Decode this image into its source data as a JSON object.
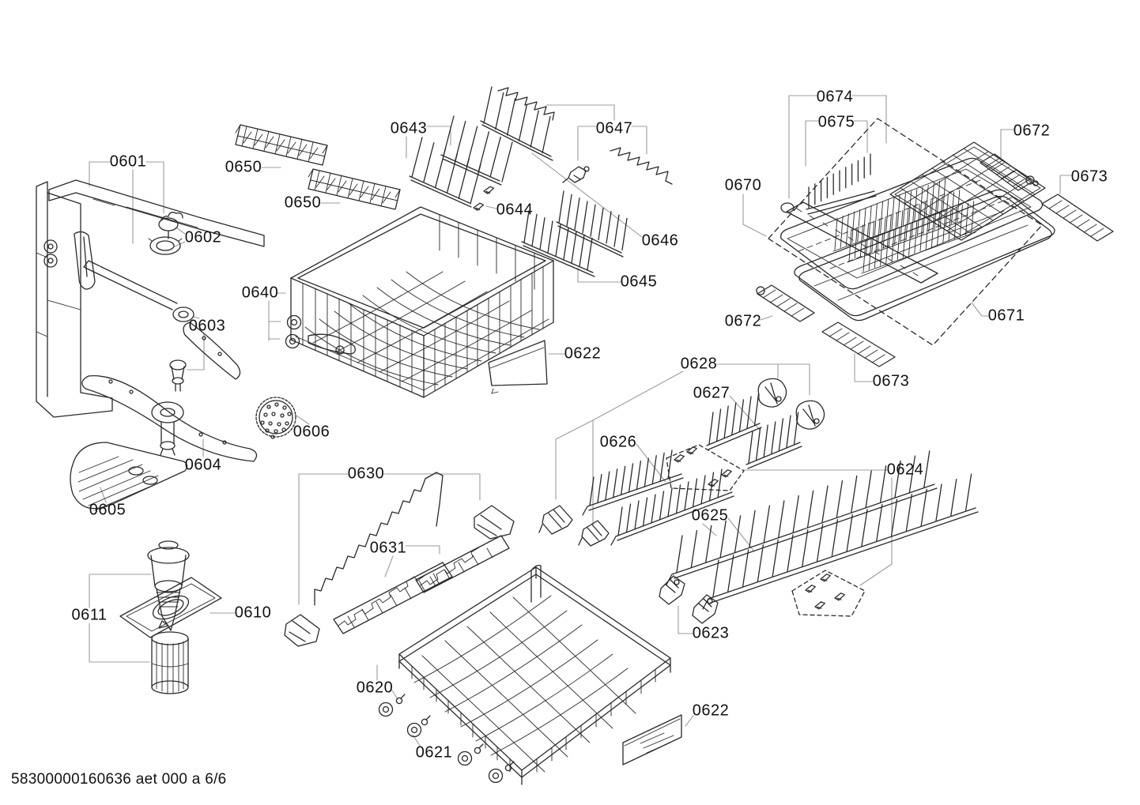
{
  "footer": {
    "text": "58300000160636 aet 000 a 6/6"
  },
  "labels": [
    {
      "text": "0601"
    },
    {
      "text": "0602"
    },
    {
      "text": "0603"
    },
    {
      "text": "0604"
    },
    {
      "text": "0605"
    },
    {
      "text": "0606"
    },
    {
      "text": "0610"
    },
    {
      "text": "0611"
    },
    {
      "text": "0620"
    },
    {
      "text": "0621"
    },
    {
      "text": "0622"
    },
    {
      "text": "0622"
    },
    {
      "text": "0623"
    },
    {
      "text": "0624"
    },
    {
      "text": "0625"
    },
    {
      "text": "0626"
    },
    {
      "text": "0627"
    },
    {
      "text": "0628"
    },
    {
      "text": "0630"
    },
    {
      "text": "0631"
    },
    {
      "text": "0640"
    },
    {
      "text": "0643"
    },
    {
      "text": "0644"
    },
    {
      "text": "0645"
    },
    {
      "text": "0646"
    },
    {
      "text": "0647"
    },
    {
      "text": "0650"
    },
    {
      "text": "0650"
    },
    {
      "text": "0670"
    },
    {
      "text": "0671"
    },
    {
      "text": "0672"
    },
    {
      "text": "0672"
    },
    {
      "text": "0673"
    },
    {
      "text": "0673"
    },
    {
      "text": "0674"
    },
    {
      "text": "0675"
    }
  ]
}
